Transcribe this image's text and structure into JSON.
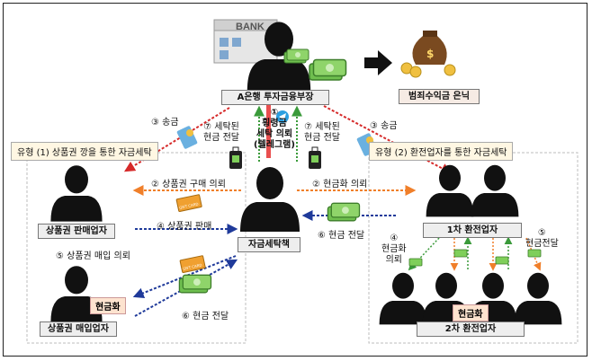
{
  "bank": {
    "sign": "BANK",
    "department": "A은행 투자금융부장",
    "hidden_profit": "범죄수익금 은닉"
  },
  "types": {
    "type1": "유형 (1) 상품권 깡을 통한 자금세탁",
    "type2": "유형 (2) 환전업자를 통한 자금세탁"
  },
  "nodes": {
    "giftcard_seller": "상품권 판매업자",
    "giftcard_buyer": "상품권 매입업자",
    "launderer": "자금세탁책",
    "exchanger1": "1차 환전업자",
    "exchanger2": "2차 환전업자",
    "cash_tag_left": "현금화",
    "cash_tag_right": "현금화"
  },
  "steps": {
    "s1": "①\n횡령금\n세탁 의뢰\n(텔레그램)",
    "s2_left": "② 상품권 구매 의뢰",
    "s2_right": "② 현금화 의뢰",
    "s3_left": "③ 송금",
    "s3_right": "③ 송금",
    "s4_left": "④ 상품권 판매",
    "s4_right": "④\n현금화\n의뢰",
    "s5_left": "⑤ 상품권 매입 의뢰",
    "s5_right": "⑤\n현금전달",
    "s6_left": "⑥ 현금 전달",
    "s6_right": "⑥ 현금 전달",
    "s7_left": "⑦ 세탁된\n현금 전달",
    "s7_right": "⑦ 세탁된\n현금 전달"
  },
  "items": {
    "gift_card": "GIFT CARD"
  }
}
